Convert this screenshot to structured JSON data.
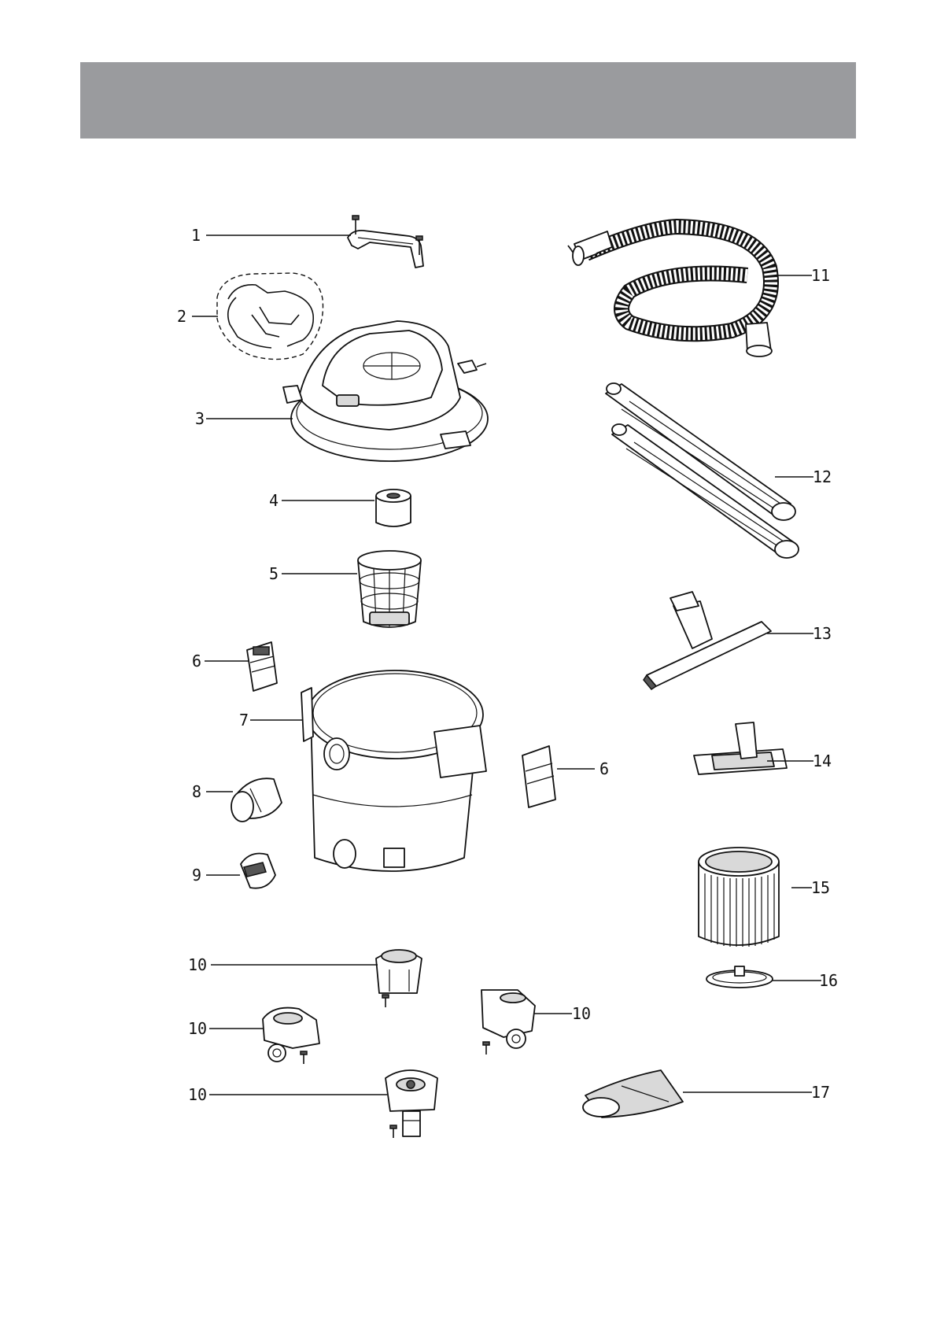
{
  "colors": {
    "header_band": "#9a9b9e",
    "line": "#111111",
    "part_fill": "#ffffff",
    "part_shade": "#d9d9d9"
  },
  "callouts": [
    {
      "id": "p1",
      "label": "1"
    },
    {
      "id": "p2",
      "label": "2"
    },
    {
      "id": "p3",
      "label": "3"
    },
    {
      "id": "p4",
      "label": "4"
    },
    {
      "id": "p5",
      "label": "5"
    },
    {
      "id": "p6a",
      "label": "6"
    },
    {
      "id": "p7",
      "label": "7"
    },
    {
      "id": "p8",
      "label": "8"
    },
    {
      "id": "p9",
      "label": "9"
    },
    {
      "id": "p10a",
      "label": "10"
    },
    {
      "id": "p10b",
      "label": "10"
    },
    {
      "id": "p10c",
      "label": "10"
    },
    {
      "id": "p10d",
      "label": "10"
    },
    {
      "id": "p6b",
      "label": "6"
    },
    {
      "id": "p11",
      "label": "11"
    },
    {
      "id": "p12",
      "label": "12"
    },
    {
      "id": "p13",
      "label": "13"
    },
    {
      "id": "p14",
      "label": "14"
    },
    {
      "id": "p15",
      "label": "15"
    },
    {
      "id": "p16",
      "label": "16"
    },
    {
      "id": "p17",
      "label": "17"
    }
  ]
}
